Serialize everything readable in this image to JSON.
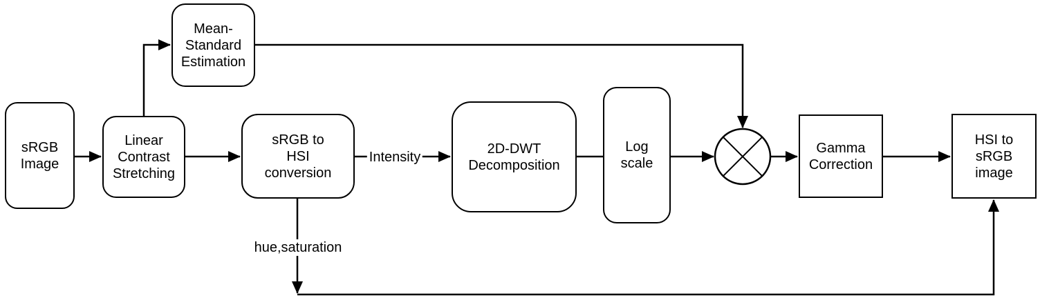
{
  "diagram": {
    "type": "flowchart",
    "colors": {
      "background": "#ffffff",
      "stroke": "#000000",
      "text": "#000000",
      "node_fill": "#ffffff"
    },
    "nodes": {
      "srgb_image": {
        "label": "sRGB\nImage"
      },
      "linear_contrast": {
        "label": "Linear\nContrast\nStretching"
      },
      "mean_standard": {
        "label": "Mean-\nStandard\nEstimation"
      },
      "srgb_to_hsi": {
        "label": "sRGB to\nHSI\nconversion"
      },
      "dwt": {
        "label": "2D-DWT\nDecomposition"
      },
      "log_scale": {
        "label": "Log\nscale"
      },
      "multiply": {
        "icon": "multiply-junction-icon",
        "symbol": "⊗"
      },
      "gamma": {
        "label": "Gamma\nCorrection"
      },
      "hsi_to_srgb": {
        "label": "HSI to\nsRGB\nimage"
      }
    },
    "edge_labels": {
      "intensity": "Intensity",
      "hue_saturation": "hue,saturation"
    }
  }
}
